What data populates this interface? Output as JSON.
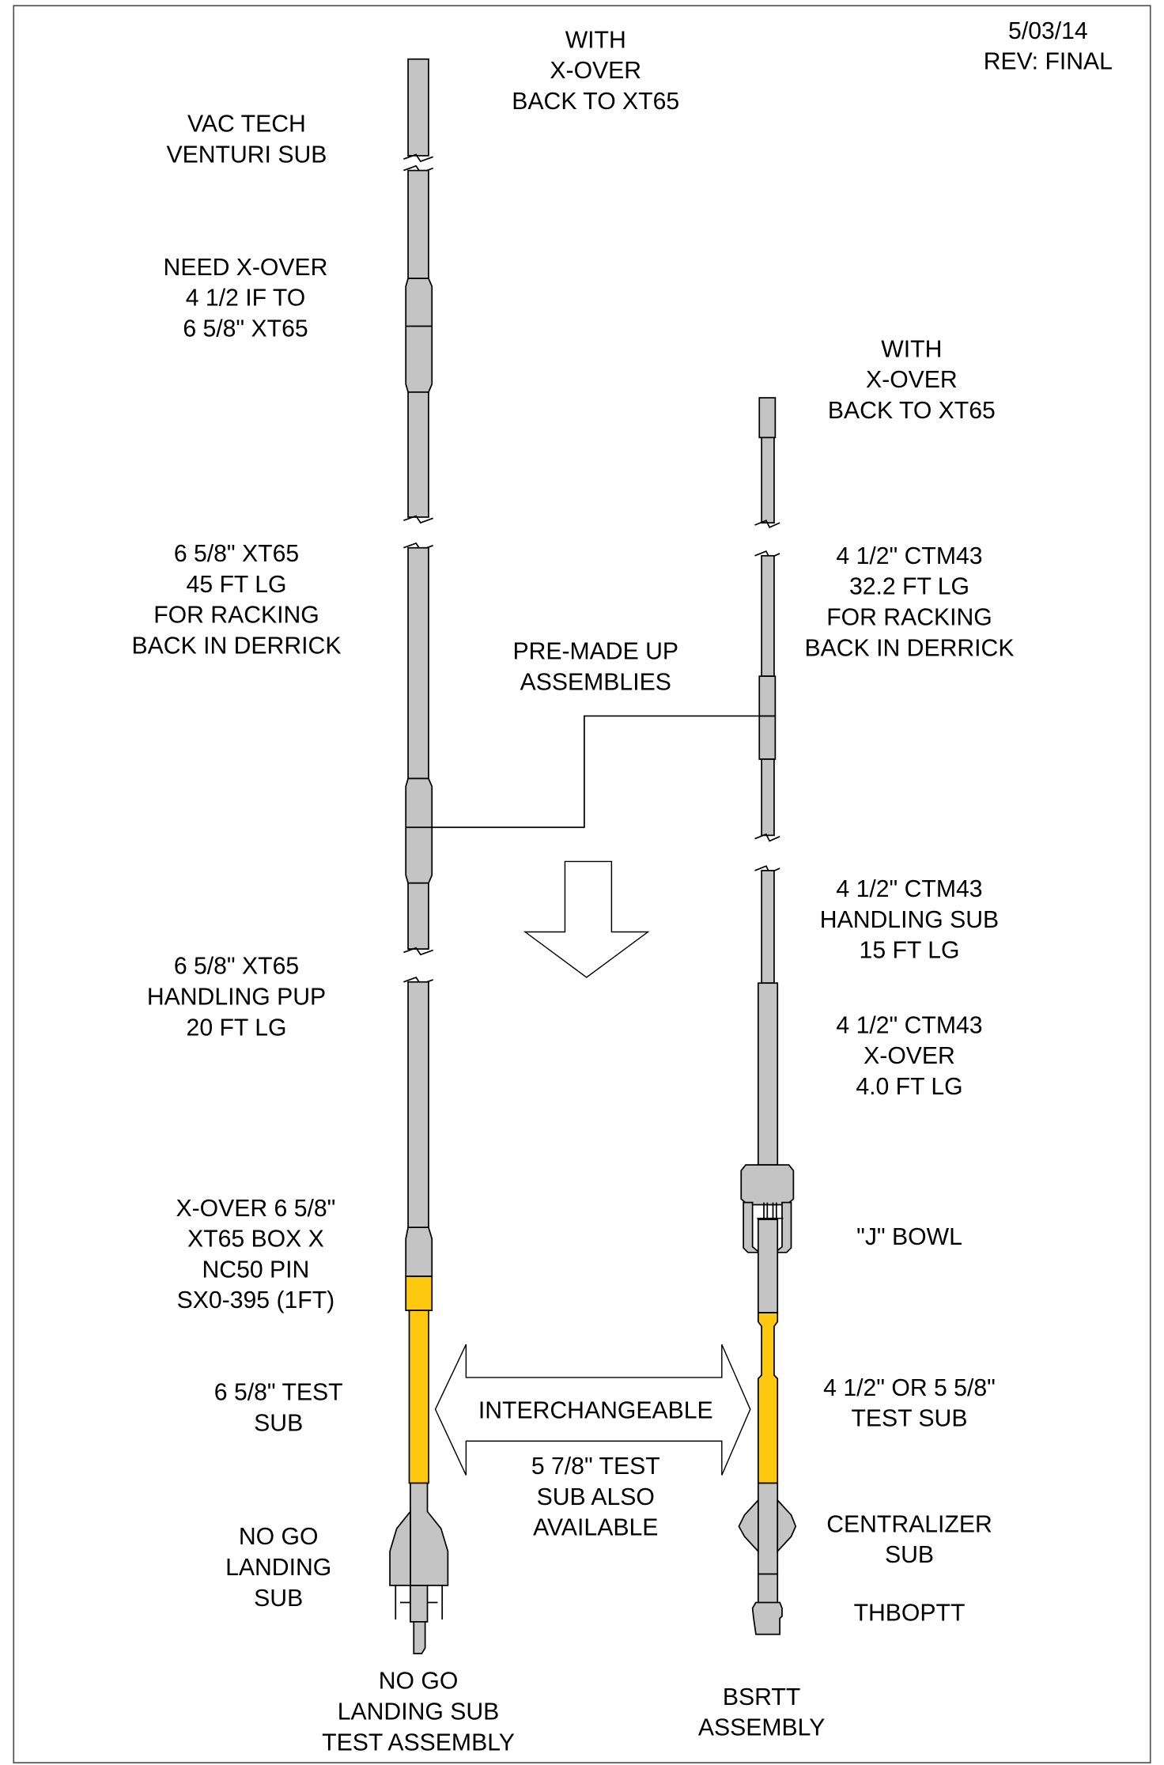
{
  "header": {
    "date": "5/03/14",
    "revision": "REV: FINAL"
  },
  "labels": {
    "top_center": [
      "WITH",
      "X-OVER",
      "BACK TO XT65"
    ],
    "date_rev": [
      "5/03/14",
      "REV: FINAL"
    ],
    "venturi": [
      "VAC TECH",
      "VENTURI SUB"
    ],
    "need_xover": [
      "NEED X-OVER",
      "4 1/2 IF TO",
      "6 5/8\" XT65"
    ],
    "top_right": [
      "WITH",
      "X-OVER",
      "BACK TO XT65"
    ],
    "xt65_45": [
      "6 5/8\" XT65",
      "45 FT LG",
      "FOR RACKING",
      "BACK IN DERRICK"
    ],
    "ctm43_32": [
      "4 1/2\" CTM43",
      "32.2 FT LG",
      "FOR RACKING",
      "BACK IN DERRICK"
    ],
    "premade": [
      "PRE-MADE UP",
      "ASSEMBLIES"
    ],
    "ctm43_handling": [
      "4 1/2\" CTM43",
      "HANDLING SUB",
      "15 FT LG"
    ],
    "xt65_pup": [
      "6 5/8\" XT65",
      "HANDLING PUP",
      "20 FT LG"
    ],
    "ctm43_xover": [
      "4 1/2\" CTM43",
      "X-OVER",
      "4.0 FT LG"
    ],
    "xover_658": [
      "X-OVER 6 5/8\"",
      "XT65 BOX X",
      "NC50 PIN",
      "SX0-395 (1FT)"
    ],
    "j_bowl": [
      "\"J\" BOWL"
    ],
    "test_sub_658": [
      "6 5/8\" TEST",
      "SUB"
    ],
    "test_sub_412": [
      "4 1/2\" OR 5 5/8\"",
      "TEST SUB"
    ],
    "interchangeable": [
      "INTERCHANGEABLE"
    ],
    "test_sub_578": [
      "5 7/8\" TEST",
      "SUB ALSO",
      "AVAILABLE"
    ],
    "centralizer": [
      "CENTRALIZER",
      "SUB"
    ],
    "no_go_sub": [
      "NO GO",
      "LANDING",
      "SUB"
    ],
    "thboptt": [
      "THBOPTT"
    ],
    "no_go_assembly": [
      "NO GO",
      "LANDING SUB",
      "TEST ASSEMBLY"
    ],
    "bsrtt_assembly": [
      "BSRTT",
      "ASSEMBLY"
    ]
  },
  "colors": {
    "pipe": "#c4c4c4",
    "test_sub": "#fdc80e",
    "line": "#000000"
  }
}
